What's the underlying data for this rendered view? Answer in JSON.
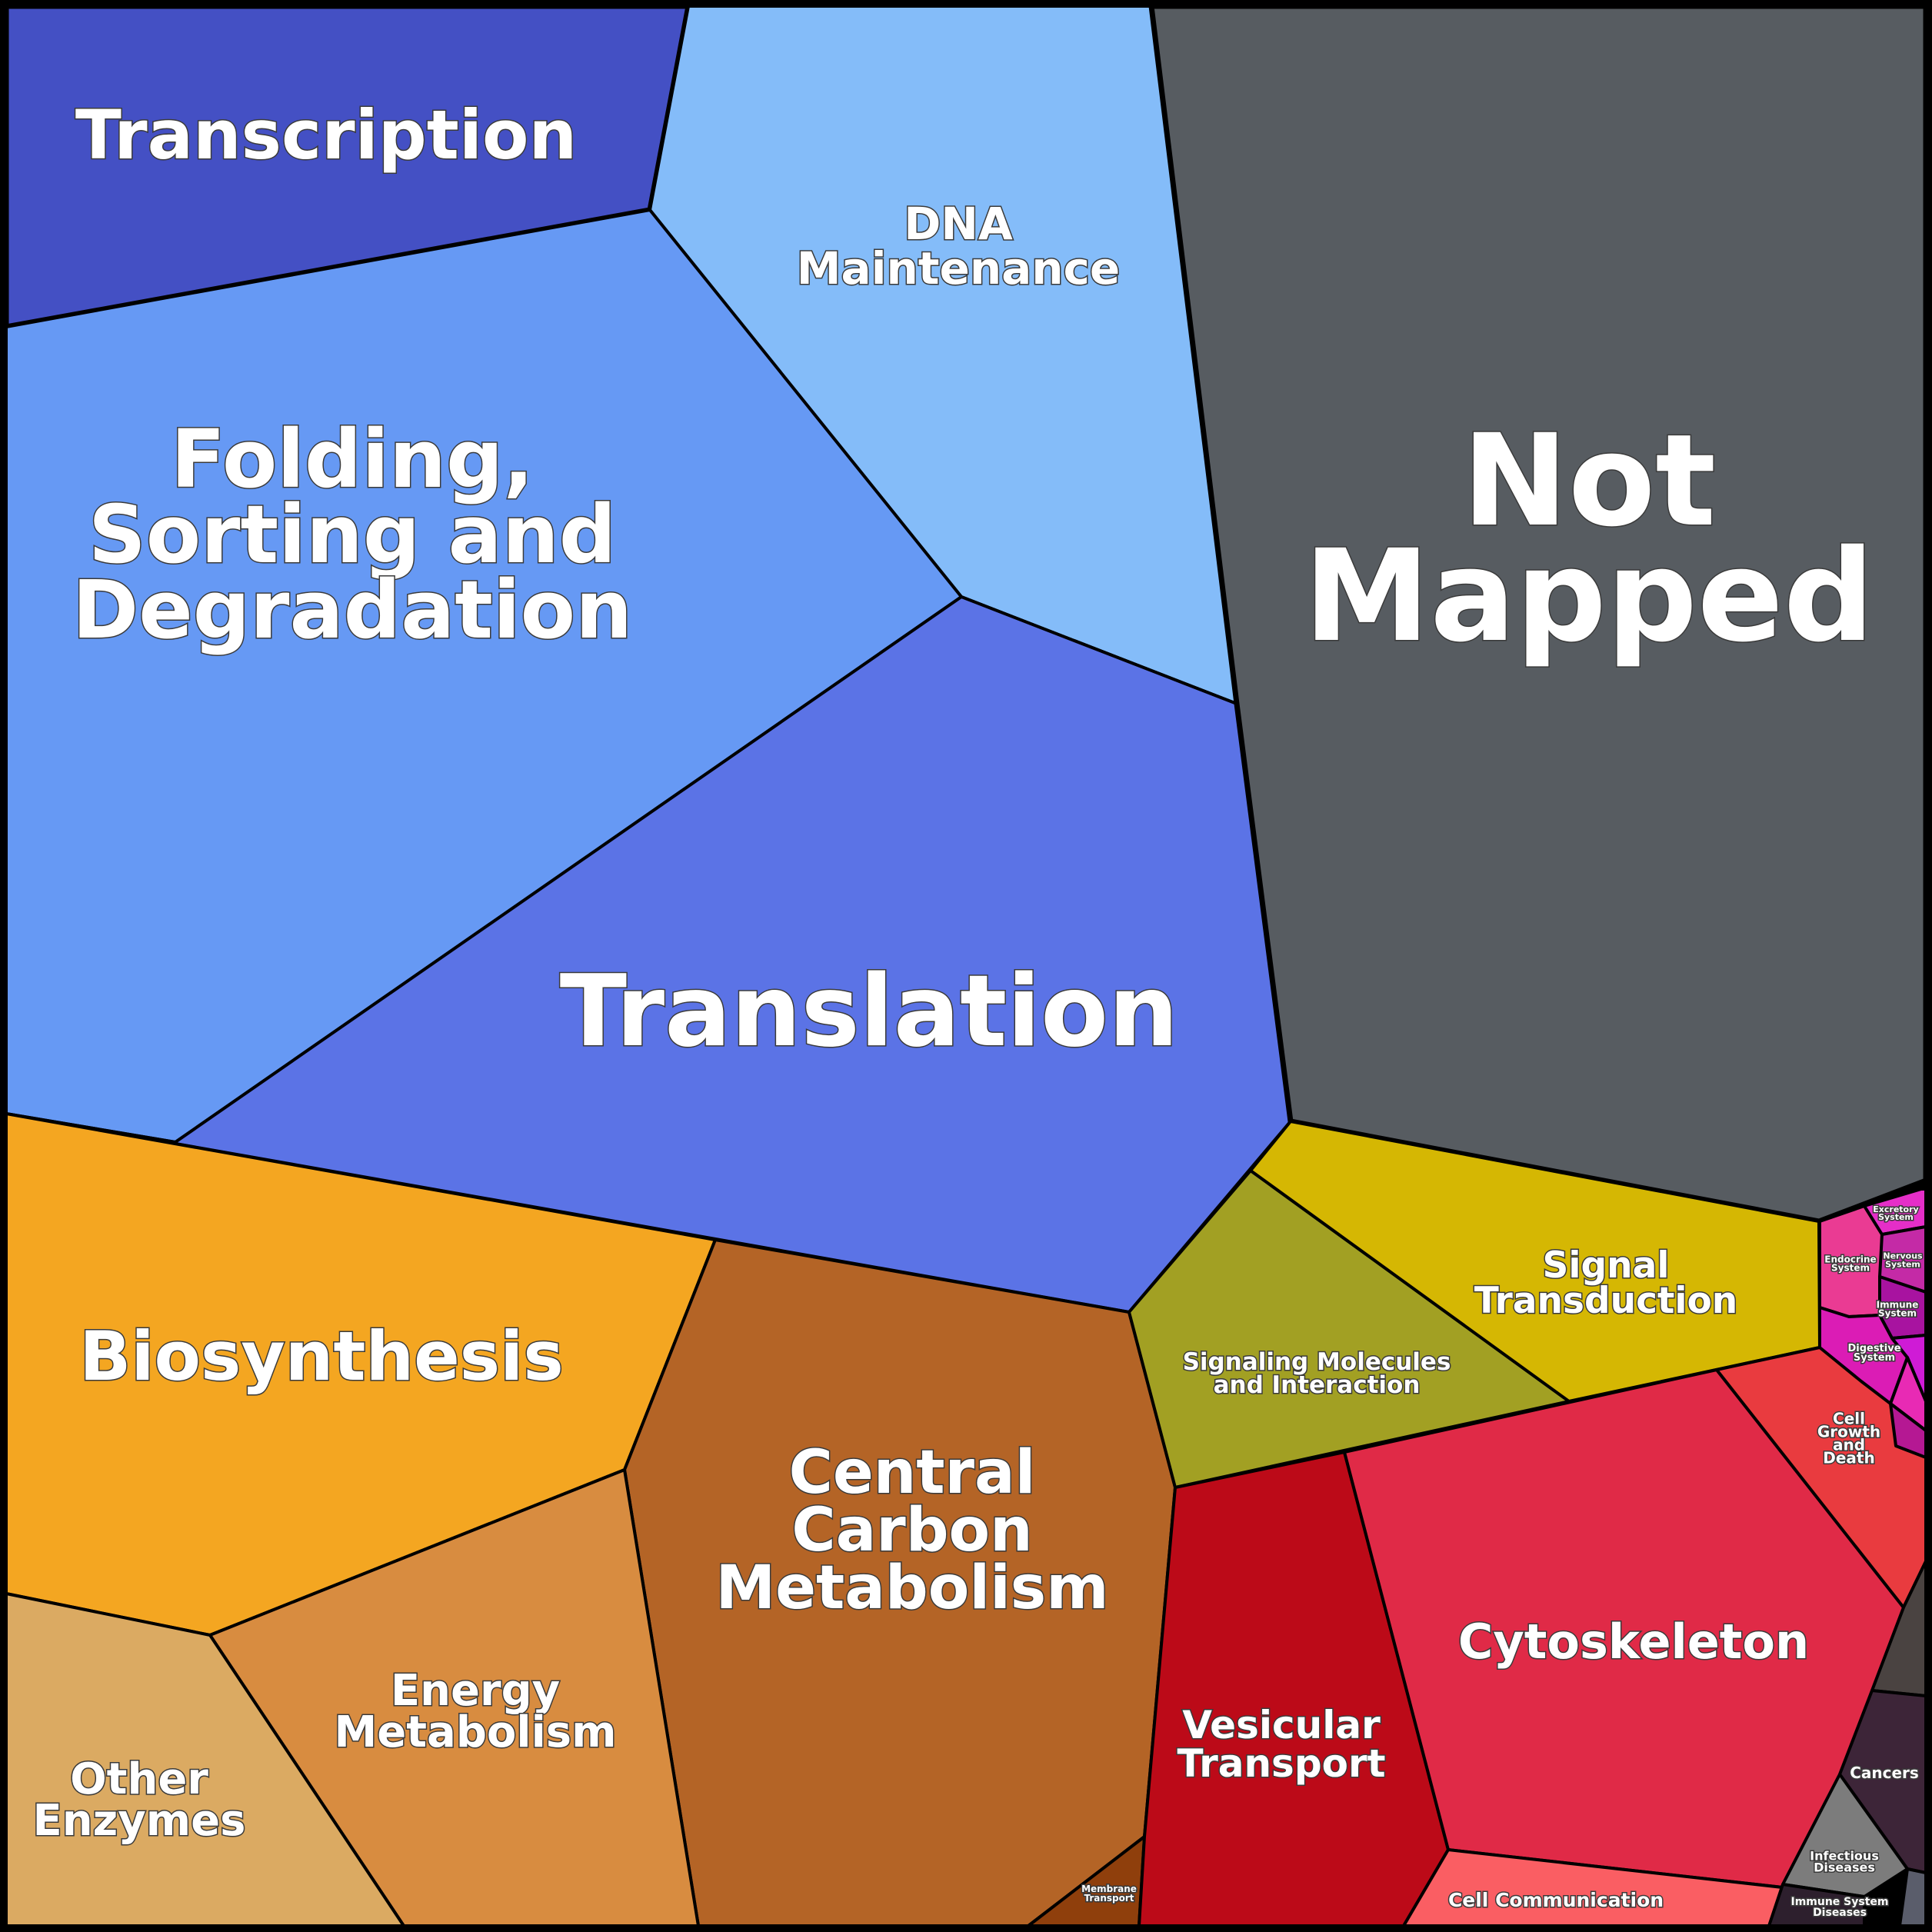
{
  "cells": [
    {
      "id": "transcription",
      "label": [
        "Transcription"
      ],
      "color": "#4450c4"
    },
    {
      "id": "dna-maintenance",
      "label": [
        "DNA",
        "Maintenance"
      ],
      "color": "#84bcf9"
    },
    {
      "id": "folding-sorting-degradation",
      "label": [
        "Folding,",
        "Sorting and",
        "Degradation"
      ],
      "color": "#6699f4"
    },
    {
      "id": "translation",
      "label": [
        "Translation"
      ],
      "color": "#5b73e6"
    },
    {
      "id": "not-mapped",
      "label": [
        "Not",
        "Mapped"
      ],
      "color": "#575c61"
    },
    {
      "id": "biosynthesis",
      "label": [
        "Biosynthesis"
      ],
      "color": "#f4a621"
    },
    {
      "id": "central-carbon-metabolism",
      "label": [
        "Central",
        "Carbon",
        "Metabolism"
      ],
      "color": "#b46426"
    },
    {
      "id": "energy-metabolism",
      "label": [
        "Energy",
        "Metabolism"
      ],
      "color": "#d88c40"
    },
    {
      "id": "other-enzymes",
      "label": [
        "Other",
        "Enzymes"
      ],
      "color": "#dbaa62"
    },
    {
      "id": "membrane-transport",
      "label": [
        "Membrane",
        "Transport"
      ],
      "color": "#8f3f0c"
    },
    {
      "id": "signaling-molecules-interaction",
      "label": [
        "Signaling Molecules",
        "and Interaction"
      ],
      "color": "#a2a023"
    },
    {
      "id": "signal-transduction",
      "label": [
        "Signal",
        "Transduction"
      ],
      "color": "#d5b703"
    },
    {
      "id": "vesicular-transport",
      "label": [
        "Vesicular",
        "Transport"
      ],
      "color": "#bc0a18"
    },
    {
      "id": "cytoskeleton",
      "label": [
        "Cytoskeleton"
      ],
      "color": "#e02a47"
    },
    {
      "id": "cell-communication",
      "label": [
        "Cell Communication"
      ],
      "color": "#fa5e63"
    },
    {
      "id": "cell-growth-death",
      "label": [
        "Cell",
        "Growth",
        "and",
        "Death"
      ],
      "color": "#e93b3f"
    },
    {
      "id": "endocrine-system",
      "label": [
        "Endocrine",
        "System"
      ],
      "color": "#ea3b93"
    },
    {
      "id": "excretory-system",
      "label": [
        "Excretory",
        "System"
      ],
      "color": "#e52ec8"
    },
    {
      "id": "nervous-system",
      "label": [
        "Nervous",
        "System"
      ],
      "color": "#c42aa6"
    },
    {
      "id": "immune-system",
      "label": [
        "Immune",
        "System"
      ],
      "color": "#a813a0"
    },
    {
      "id": "digestive-system",
      "label": [
        "Digestive",
        "System"
      ],
      "color": "#db1cb5"
    },
    {
      "id": "organismal-small-1",
      "label": [],
      "color": "#cf1bd6"
    },
    {
      "id": "organismal-small-2",
      "label": [],
      "color": "#e82ab4"
    },
    {
      "id": "organismal-small-3",
      "label": [],
      "color": "#b51893"
    },
    {
      "id": "neurodegenerative-small",
      "label": [],
      "color": "#4a4341"
    },
    {
      "id": "cancers",
      "label": [
        "Cancers"
      ],
      "color": "#3d2538"
    },
    {
      "id": "infectious-diseases",
      "label": [
        "Infectious",
        "Diseases"
      ],
      "color": "#7c7c7c"
    },
    {
      "id": "immune-system-diseases",
      "label": [
        "Immune System",
        "Diseases"
      ],
      "color": "#2d1f2d"
    },
    {
      "id": "disease-small",
      "label": [],
      "color": "#5a5d6b"
    }
  ]
}
